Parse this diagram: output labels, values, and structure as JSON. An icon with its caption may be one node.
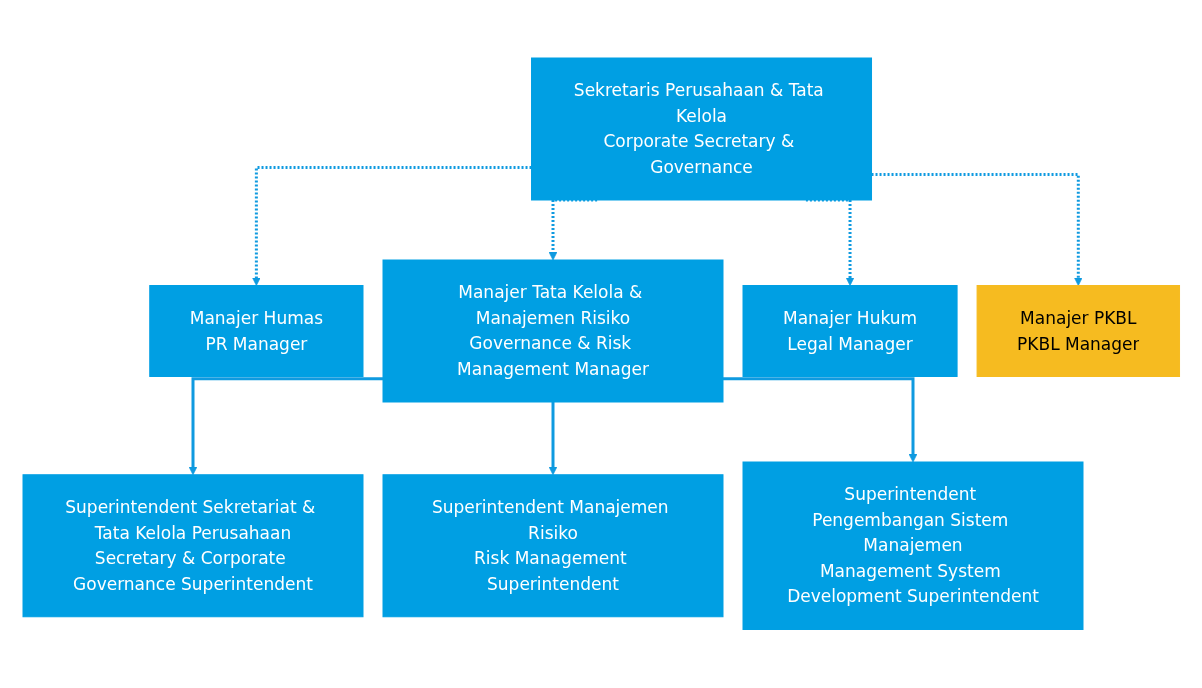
{
  "diagram": {
    "nodes": [
      {
        "text": [
          "Sekretaris Perusahaan & Tata Kelola",
          "Corporate Secretary & Governance"
        ]
      },
      {
        "text": [
          "Manajer Humas",
          "PR Manager"
        ]
      },
      {
        "text": [
          "Manajer Tata Kelola & Manajemen Risiko",
          "Governance & Risk Management Manager"
        ]
      },
      {
        "text": [
          "Manajer Hukum",
          "Legal Manager"
        ]
      },
      {
        "text": [
          "Manajer PKBL",
          "PKBL Manager"
        ]
      },
      {
        "text": [
          "Superintendent Sekretariat & Tata Kelola Perusahaan",
          "Secretary & Corporate Governance Superintendent"
        ]
      },
      {
        "text": [
          "Superintendent Manajemen Risiko",
          "Risk Management Superintendent"
        ]
      },
      {
        "text": [
          "Superintendent Pengembangan Sistem Manajemen",
          "Management System Development Superintendent"
        ]
      }
    ],
    "edges": [
      {
        "from": 0,
        "to": 1,
        "arrow": "to",
        "style": "dashed"
      },
      {
        "from": 0,
        "to": 2,
        "arrow": "to",
        "style": "dashed"
      },
      {
        "from": 0,
        "to": 3,
        "arrow": "to",
        "style": "dashed"
      },
      {
        "from": 0,
        "to": 4,
        "arrow": "to",
        "style": "dashed"
      },
      {
        "from": 2,
        "to": 5,
        "arrow": "to"
      },
      {
        "from": 2,
        "to": 6,
        "arrow": "to"
      },
      {
        "from": 2,
        "to": 7,
        "arrow": "to"
      }
    ]
  }
}
